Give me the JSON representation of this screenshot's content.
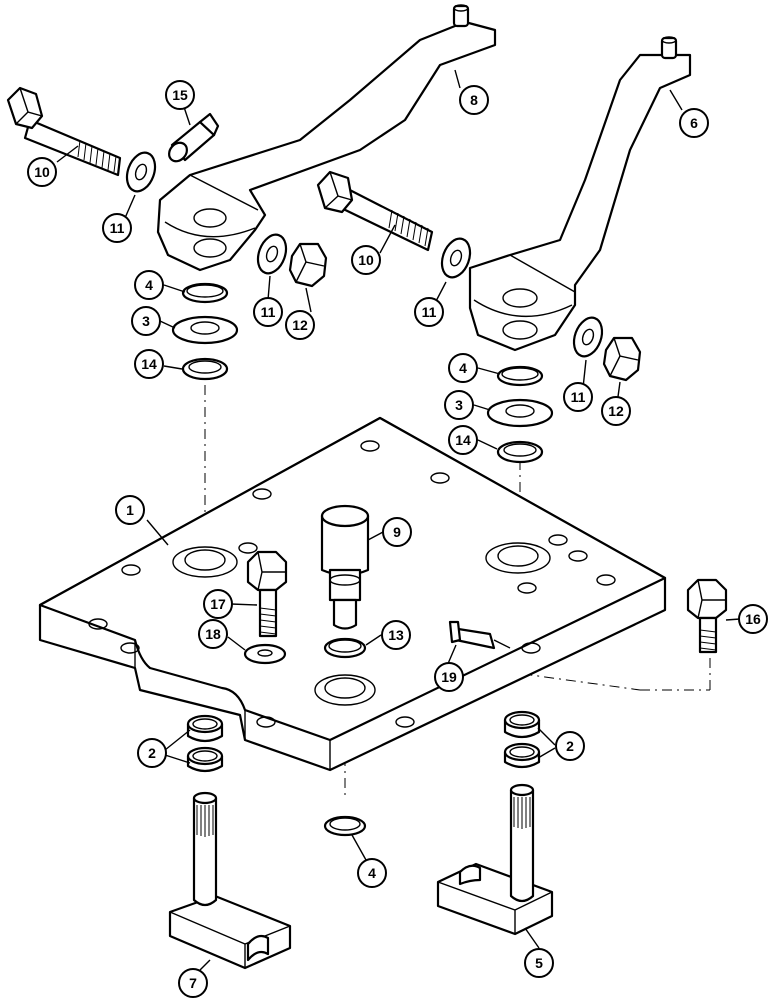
{
  "callouts": [
    {
      "id": "c1",
      "label": "1"
    },
    {
      "id": "c2a",
      "label": "2"
    },
    {
      "id": "c2b",
      "label": "2"
    },
    {
      "id": "c3a",
      "label": "3"
    },
    {
      "id": "c3b",
      "label": "3"
    },
    {
      "id": "c4a",
      "label": "4"
    },
    {
      "id": "c4b",
      "label": "4"
    },
    {
      "id": "c4c",
      "label": "4"
    },
    {
      "id": "c5",
      "label": "5"
    },
    {
      "id": "c6",
      "label": "6"
    },
    {
      "id": "c7",
      "label": "7"
    },
    {
      "id": "c8",
      "label": "8"
    },
    {
      "id": "c9",
      "label": "9"
    },
    {
      "id": "c10a",
      "label": "10"
    },
    {
      "id": "c10b",
      "label": "10"
    },
    {
      "id": "c11a",
      "label": "11"
    },
    {
      "id": "c11b",
      "label": "11"
    },
    {
      "id": "c11c",
      "label": "11"
    },
    {
      "id": "c11d",
      "label": "11"
    },
    {
      "id": "c12a",
      "label": "12"
    },
    {
      "id": "c12b",
      "label": "12"
    },
    {
      "id": "c13",
      "label": "13"
    },
    {
      "id": "c14a",
      "label": "14"
    },
    {
      "id": "c14b",
      "label": "14"
    },
    {
      "id": "c15",
      "label": "15"
    },
    {
      "id": "c16",
      "label": "16"
    },
    {
      "id": "c17",
      "label": "17"
    },
    {
      "id": "c18",
      "label": "18"
    },
    {
      "id": "c19",
      "label": "19"
    }
  ]
}
